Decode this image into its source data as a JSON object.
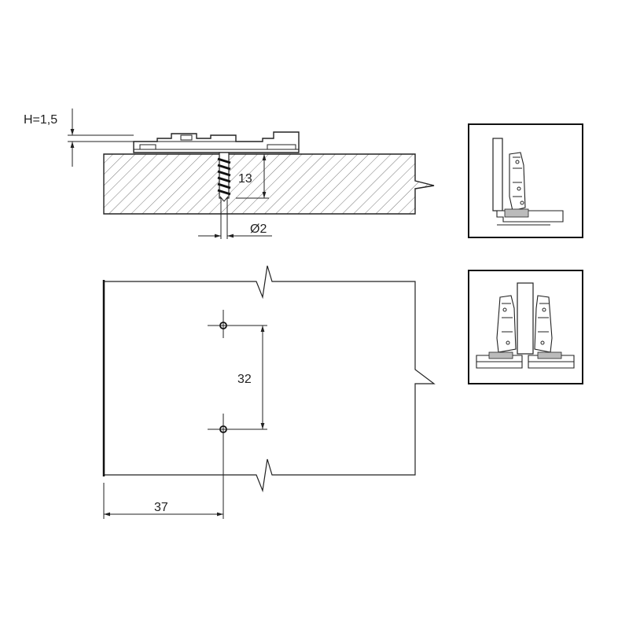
{
  "dimensions": {
    "plate_height": "H=1,5",
    "screw_depth": "13",
    "pilot_diameter": "Ø2",
    "hole_spacing": "32",
    "edge_distance": "37"
  },
  "colors": {
    "line": "#222222",
    "hatch": "#555555",
    "background": "#ffffff"
  },
  "icons": {
    "hinge_side_view": "hinge-side-view-icon",
    "hinge_pair_view": "hinge-pair-view-icon"
  }
}
